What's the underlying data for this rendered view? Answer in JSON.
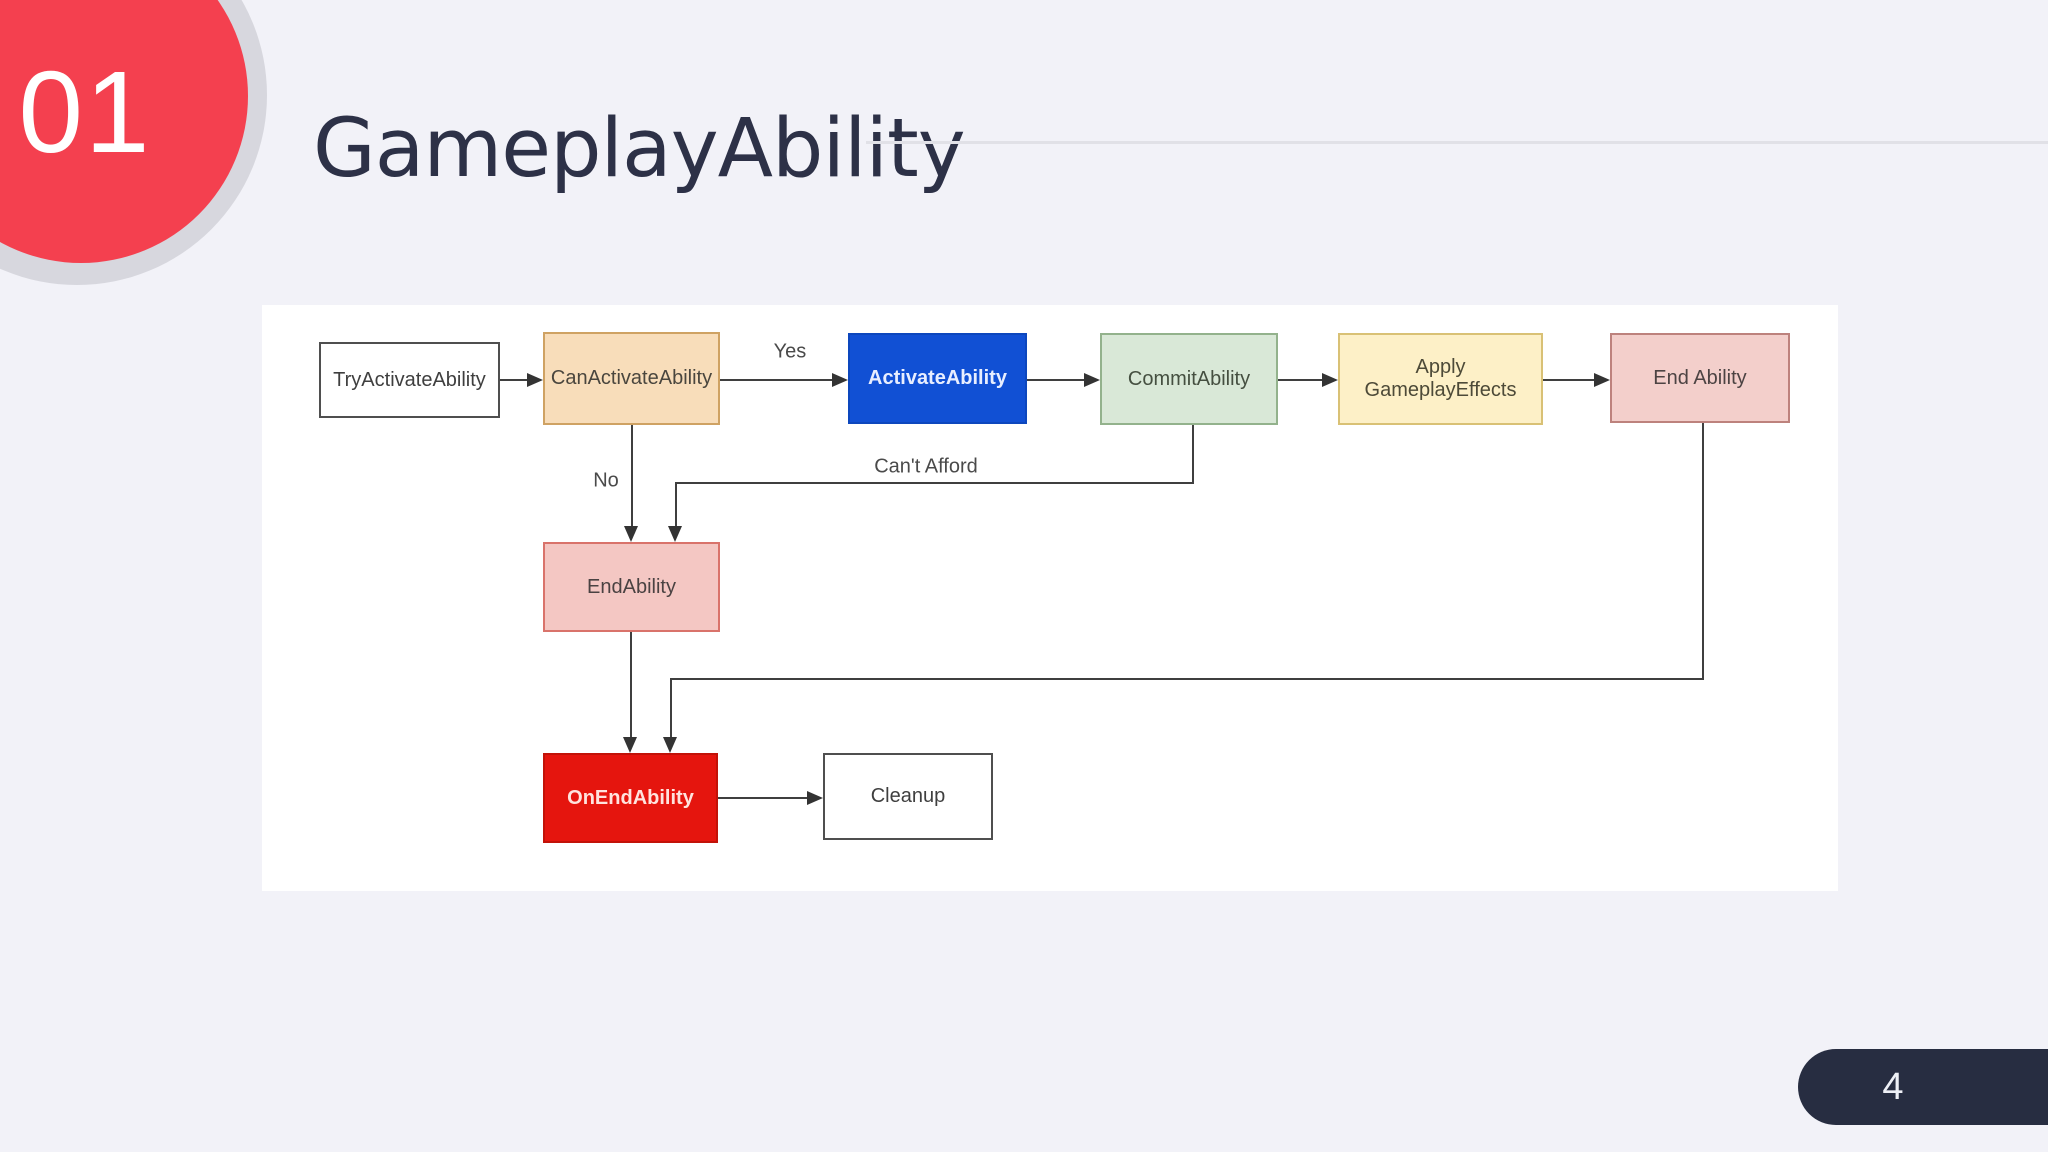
{
  "slide": {
    "section_number": "01",
    "title": "GameplayAbility",
    "page_number": "4",
    "colors": {
      "background": "#f2f2f8",
      "accent_circle_red": "#f4404f",
      "circle_ring_gray": "#d7d7de",
      "title_text": "#2d3147",
      "page_badge": "#272d41",
      "panel": "#ffffff",
      "connector": "#3f3f3f"
    }
  },
  "diagram": {
    "type": "flowchart",
    "nodes": [
      {
        "id": "try",
        "label": "TryActivateAbility",
        "fill": "#ffffff",
        "border": "#4f4f4f"
      },
      {
        "id": "can",
        "label": "CanActivateAbility",
        "fill": "#f8ddba",
        "border": "#cfa263"
      },
      {
        "id": "act",
        "label": "ActivateAbility",
        "fill": "#1150d4",
        "border": "#0d47bd"
      },
      {
        "id": "commit",
        "label": "CommitAbility",
        "fill": "#d9e8d7",
        "border": "#93b28c"
      },
      {
        "id": "apply",
        "label": "Apply GameplayEffects",
        "fill": "#fdf0c7",
        "border": "#d9c175"
      },
      {
        "id": "enda",
        "label": "End Ability",
        "fill": "#f3cfcb",
        "border": "#bd827d"
      },
      {
        "id": "endab",
        "label": "EndAbility",
        "fill": "#f4c7c3",
        "border": "#d9736b"
      },
      {
        "id": "onend",
        "label": "OnEndAbility",
        "fill": "#e5150e",
        "border": "#c21208"
      },
      {
        "id": "cleanup",
        "label": "Cleanup",
        "fill": "#ffffff",
        "border": "#4f4f4f"
      }
    ],
    "edge_labels": {
      "yes": "Yes",
      "no": "No",
      "cant_afford": "Can't Afford"
    },
    "edges": [
      {
        "from": "TryActivateAbility",
        "to": "CanActivateAbility",
        "label": ""
      },
      {
        "from": "CanActivateAbility",
        "to": "ActivateAbility",
        "label": "Yes"
      },
      {
        "from": "ActivateAbility",
        "to": "CommitAbility",
        "label": ""
      },
      {
        "from": "CommitAbility",
        "to": "Apply GameplayEffects",
        "label": ""
      },
      {
        "from": "Apply GameplayEffects",
        "to": "End Ability",
        "label": ""
      },
      {
        "from": "CanActivateAbility",
        "to": "EndAbility",
        "label": "No"
      },
      {
        "from": "CommitAbility",
        "to": "EndAbility",
        "label": "Can't Afford"
      },
      {
        "from": "EndAbility",
        "to": "OnEndAbility",
        "label": ""
      },
      {
        "from": "End Ability",
        "to": "OnEndAbility",
        "label": ""
      },
      {
        "from": "OnEndAbility",
        "to": "Cleanup",
        "label": ""
      }
    ]
  }
}
